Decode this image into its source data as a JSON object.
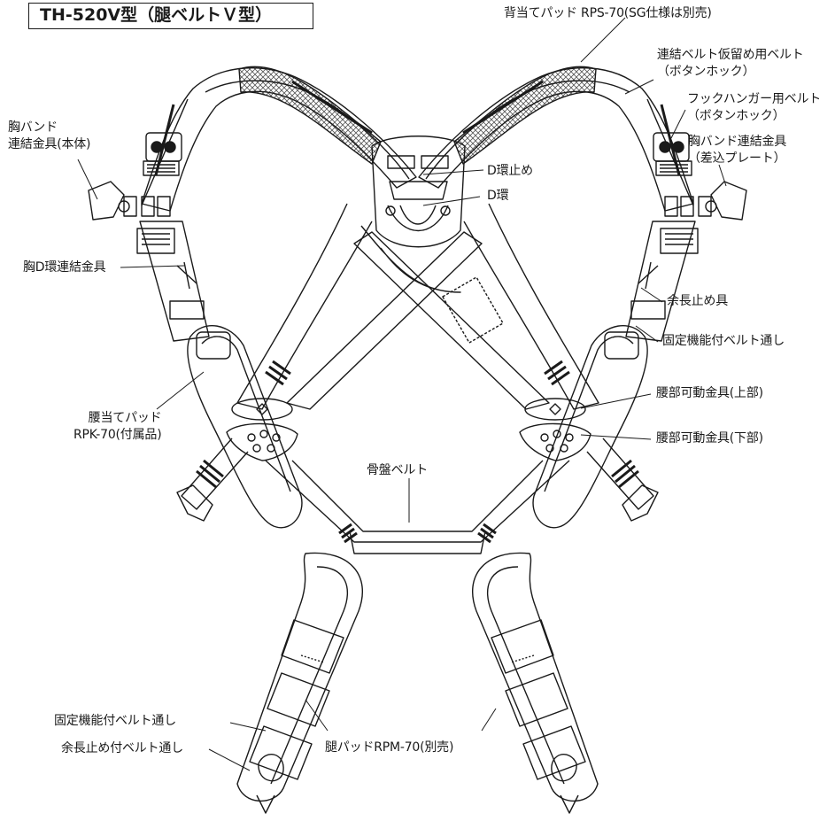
{
  "title": "TH-520V型（腿ベルトＶ型）",
  "labels": {
    "back_pad": "背当てパッド RPS-70(SG仕様は別売)",
    "connect_belt": [
      "連結ベルト仮留め用ベルト",
      "（ボタンホック）"
    ],
    "hook_hanger_belt": [
      "フックハンガー用ベルト",
      "（ボタンホック）"
    ],
    "chest_band_plate": [
      "胸バンド連結金具",
      "（差込プレート）"
    ],
    "chest_band_body": [
      "胸バンド",
      "連結金具(本体)"
    ],
    "d_ring_stop": "D環止め",
    "d_ring": "D環",
    "chest_d_ring": "胸D環連結金具",
    "excess_stopper": "余長止め具",
    "fixed_belt_loop_upper": "固定機能付ベルト通し",
    "waist_fitting_upper": "腰部可動金具(上部)",
    "waist_fitting_lower": "腰部可動金具(下部)",
    "waist_pad": [
      "腰当てパッド",
      "RPK-70(付属品)"
    ],
    "pelvis_belt": "骨盤ベルト",
    "fixed_belt_loop_lower": "固定機能付ベルト通し",
    "excess_belt_loop": "余長止め付ベルト通し",
    "thigh_pad": "腿パッドRPM-70(別売)"
  }
}
